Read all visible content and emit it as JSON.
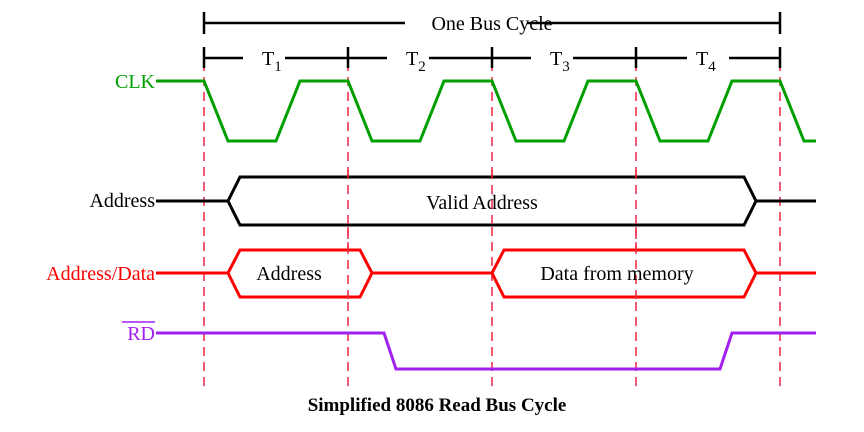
{
  "title": "Simplified 8086 Read Bus Cycle",
  "bus_cycle_label": "One Bus Cycle",
  "t_states": [
    {
      "base": "T",
      "sub": "1"
    },
    {
      "base": "T",
      "sub": "2"
    },
    {
      "base": "T",
      "sub": "3"
    },
    {
      "base": "T",
      "sub": "4"
    }
  ],
  "signals": {
    "clk": {
      "label": "CLK",
      "color": "#00a000"
    },
    "address": {
      "label": "Address",
      "color": "#000000",
      "box_label": "Valid Address"
    },
    "address_data": {
      "label": "Address/Data",
      "color": "#ff0000",
      "box_labels": [
        "Address",
        "Data from memory"
      ]
    },
    "rd": {
      "label": "RD",
      "active_low": true,
      "color": "#a020f0"
    }
  },
  "colors": {
    "guide_lines": "#ee2244",
    "brackets": "#000000"
  }
}
